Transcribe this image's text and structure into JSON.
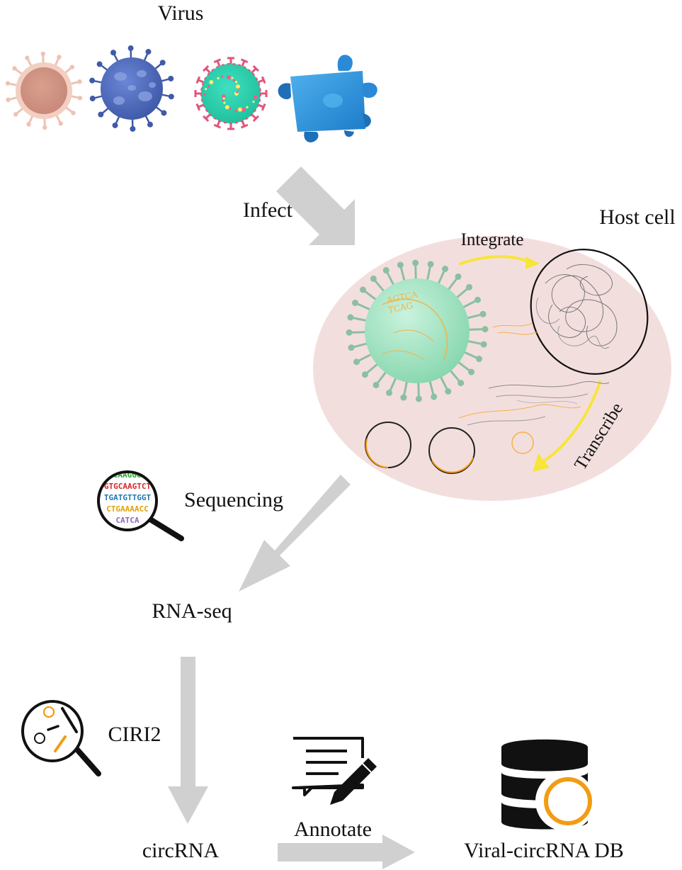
{
  "labels": {
    "virus": "Virus",
    "infect": "Infect",
    "host_cell": "Host cell",
    "integrate": "Integrate",
    "transcribe": "Transcribe",
    "sequencing": "Sequencing",
    "rna_seq": "RNA-seq",
    "ciri2": "CIRI2",
    "circrna": "circRNA",
    "annotate": "Annotate",
    "database": "Viral-circRNA DB"
  },
  "sequence_rows": [
    "CAAGGGC",
    "GTGCAAGTCT",
    "TGATGTTGGT",
    "CTGAAAACC",
    "CATCA"
  ],
  "dna_fragment_lines": [
    "AGTCA",
    "TCAG"
  ],
  "colors": {
    "arrow_gray": "#d0d0d0",
    "cell_fill": "#f3dede",
    "highlight_yellow": "#f7e53a",
    "circ_orange": "#f39c12",
    "virus_green": "#a6e0c2",
    "spike_green": "#8cbfa2"
  },
  "icons": [
    "virus-icon",
    "virus-icon",
    "virus-icon",
    "virus-icon",
    "magnifier-icon",
    "magnifier-icon",
    "document-pencil-icon",
    "database-icon"
  ]
}
